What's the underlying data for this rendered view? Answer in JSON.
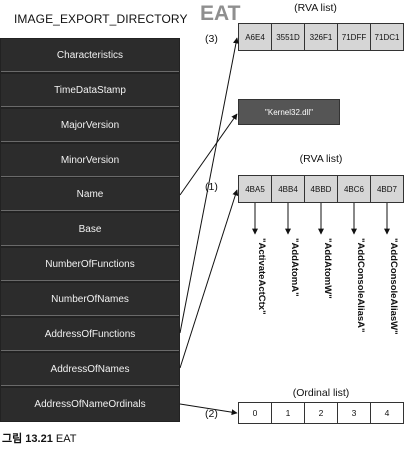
{
  "structure": {
    "title": "IMAGE_EXPORT_DIRECTORY",
    "fields": [
      "Characteristics",
      "TimeDataStamp",
      "MajorVersion",
      "MinorVersion",
      "Name",
      "Base",
      "NumberOfFunctions",
      "NumberOfNames",
      "AddressOfFunctions",
      "AddressOfNames",
      "AddressOfNameOrdinals"
    ]
  },
  "eat": {
    "title": "EAT",
    "functions_list": {
      "label": "(RVA list)",
      "marker": "(3)",
      "values": [
        "A6E4",
        "3551D",
        "326F1",
        "71DFF",
        "71DC1"
      ]
    },
    "dll_name": "\"Kernel32.dll\"",
    "names_list": {
      "label": "(RVA list)",
      "marker": "(1)",
      "values": [
        "4BA5",
        "4BB4",
        "4BBD",
        "4BC6",
        "4BD7"
      ],
      "targets": [
        "\"ActivateActCtx\"",
        "\"AddAtomA\"",
        "\"AddAtomW\"",
        "\"AddConsoleAliasA\"",
        "\"AddConsoleAliasW\""
      ]
    },
    "ordinals_list": {
      "label": "(Ordinal list)",
      "marker": "(2)",
      "values": [
        "0",
        "1",
        "2",
        "3",
        "4"
      ]
    }
  },
  "caption": {
    "number": "그림 13.21",
    "text": "EAT"
  }
}
